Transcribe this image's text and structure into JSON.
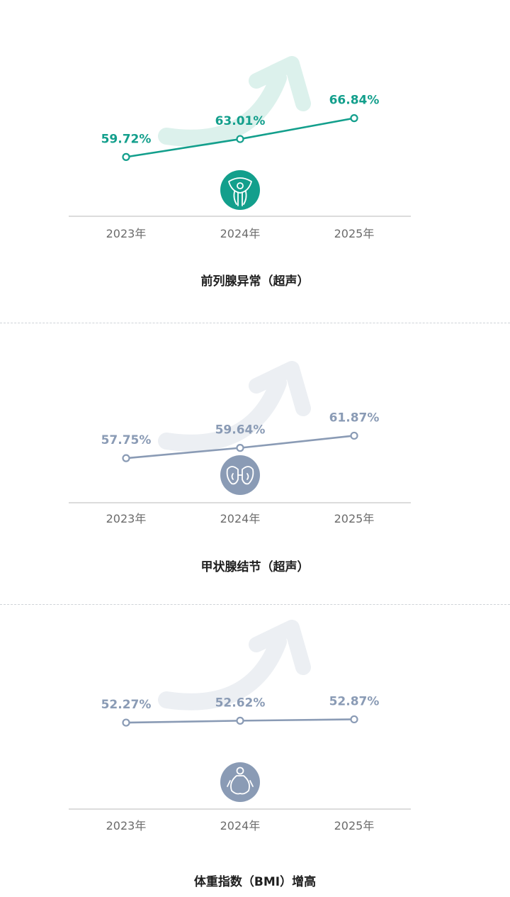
{
  "chart_data": [
    {
      "type": "line",
      "title": "前列腺异常（超声）",
      "categories": [
        "2023年",
        "2024年",
        "2025年"
      ],
      "values": [
        59.72,
        63.01,
        66.84
      ],
      "value_labels": [
        "59.72%",
        "63.01%",
        "66.84%"
      ],
      "ylim": [
        56,
        69
      ],
      "grid": false,
      "color": "#139f8c",
      "arrow_color": "#dcf1ec",
      "icon": "prostate-icon",
      "icon_bg": "#139f8c"
    },
    {
      "type": "line",
      "title": "甲状腺结节（超声）",
      "categories": [
        "2023年",
        "2024年",
        "2025年"
      ],
      "values": [
        57.75,
        59.64,
        61.87
      ],
      "value_labels": [
        "57.75%",
        "59.64%",
        "61.87%"
      ],
      "ylim": [
        54,
        67
      ],
      "grid": false,
      "color": "#8a9bb5",
      "arrow_color": "#eceff3",
      "icon": "thyroid-icon",
      "icon_bg": "#8a9bb5"
    },
    {
      "type": "line",
      "title": "体重指数（BMI）增高",
      "categories": [
        "2023年",
        "2024年",
        "2025年"
      ],
      "values": [
        52.27,
        52.62,
        52.87
      ],
      "value_labels": [
        "52.27%",
        "52.62%",
        "52.87%"
      ],
      "ylim": [
        45,
        58
      ],
      "grid": false,
      "color": "#8a9bb5",
      "arrow_color": "#eceff3",
      "icon": "body-weight-icon",
      "icon_bg": "#8a9bb5"
    }
  ]
}
